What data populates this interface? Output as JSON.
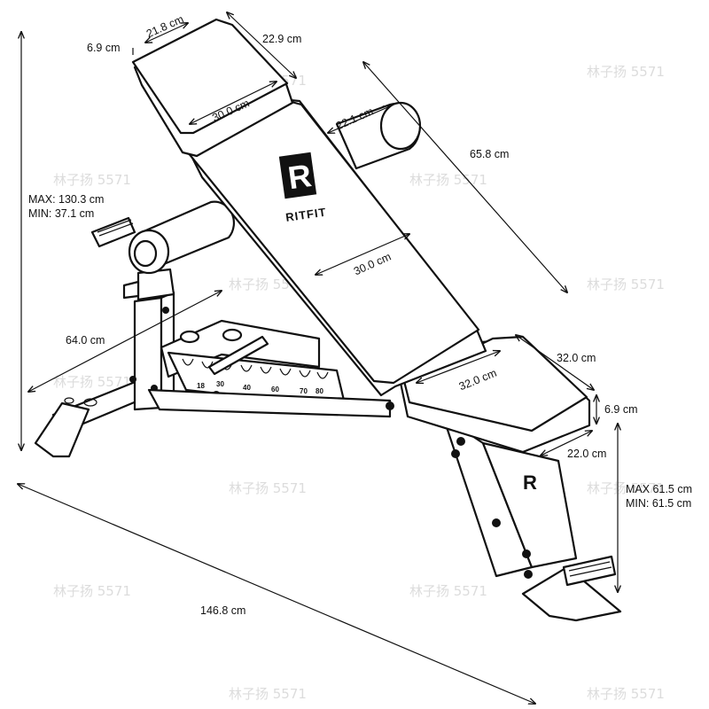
{
  "brand": {
    "logo_letter": "R",
    "logo_name": "RITFIT",
    "plate_letter": "R"
  },
  "watermark": "林子扬 5571",
  "dimensions": {
    "head_pad_depth": "21.8 cm",
    "head_pad_thickness": "6.9 cm",
    "head_pad_length": "22.9 cm",
    "head_pad_width": "30.0 cm",
    "leg_roller_length": "22.1 cm",
    "back_pad_length": "65.8 cm",
    "back_pad_width": "30.0 cm",
    "height_max": "MAX: 130.3 cm",
    "height_min": "MIN: 37.1 cm",
    "base_width": "64.0 cm",
    "seat_length": "32.0 cm",
    "seat_width": "32.0 cm",
    "seat_thickness": "6.9 cm",
    "seat_depth": "22.0 cm",
    "seat_height_max": "MAX 61.5 cm",
    "seat_height_min": "MIN: 61.5 cm",
    "total_length": "146.8 cm"
  },
  "angle_ticks": [
    "18",
    "30",
    "40",
    "60",
    "70",
    "80"
  ]
}
